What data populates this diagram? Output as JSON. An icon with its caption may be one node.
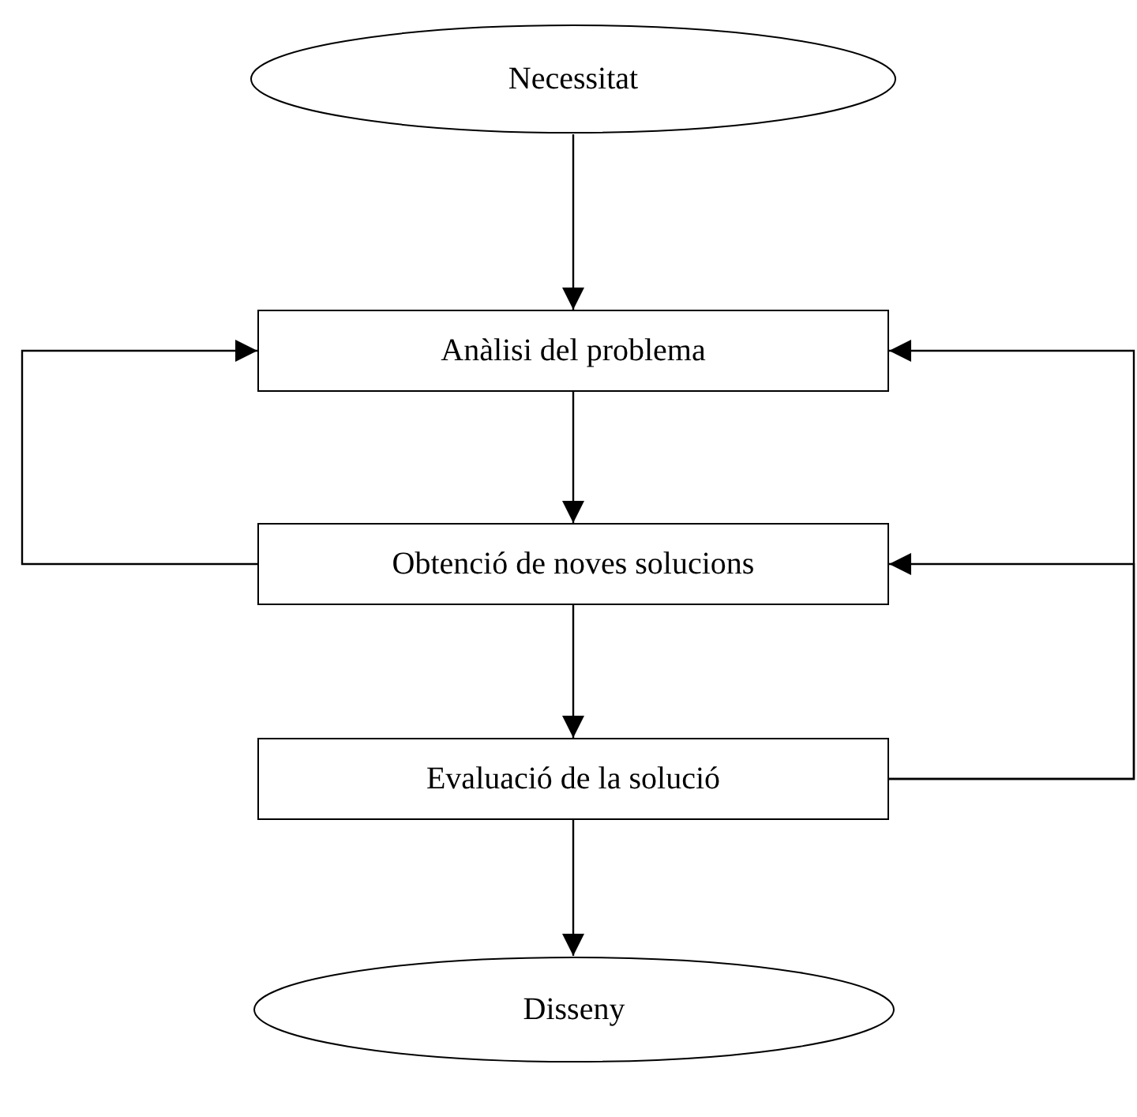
{
  "diagram": {
    "nodes": [
      {
        "text": [
          "Necessitat"
        ]
      },
      {
        "text": [
          "Anàlisi del problema"
        ]
      },
      {
        "text": [
          "Obtenció de noves solucions"
        ]
      },
      {
        "text": [
          "Evaluació de la solució"
        ]
      },
      {
        "text": [
          "Disseny"
        ]
      }
    ],
    "edges": [
      {
        "from": 0,
        "to": 1,
        "arrow": "to"
      },
      {
        "from": 1,
        "to": 2,
        "arrow": "to"
      },
      {
        "from": 2,
        "to": 3,
        "arrow": "to"
      },
      {
        "from": 3,
        "to": 4,
        "arrow": "to"
      },
      {
        "from": 2,
        "to": 1,
        "arrow": "to"
      },
      {
        "from": 3,
        "to": 2,
        "arrow": "to"
      },
      {
        "from": 3,
        "to": 1,
        "arrow": "to"
      }
    ]
  }
}
